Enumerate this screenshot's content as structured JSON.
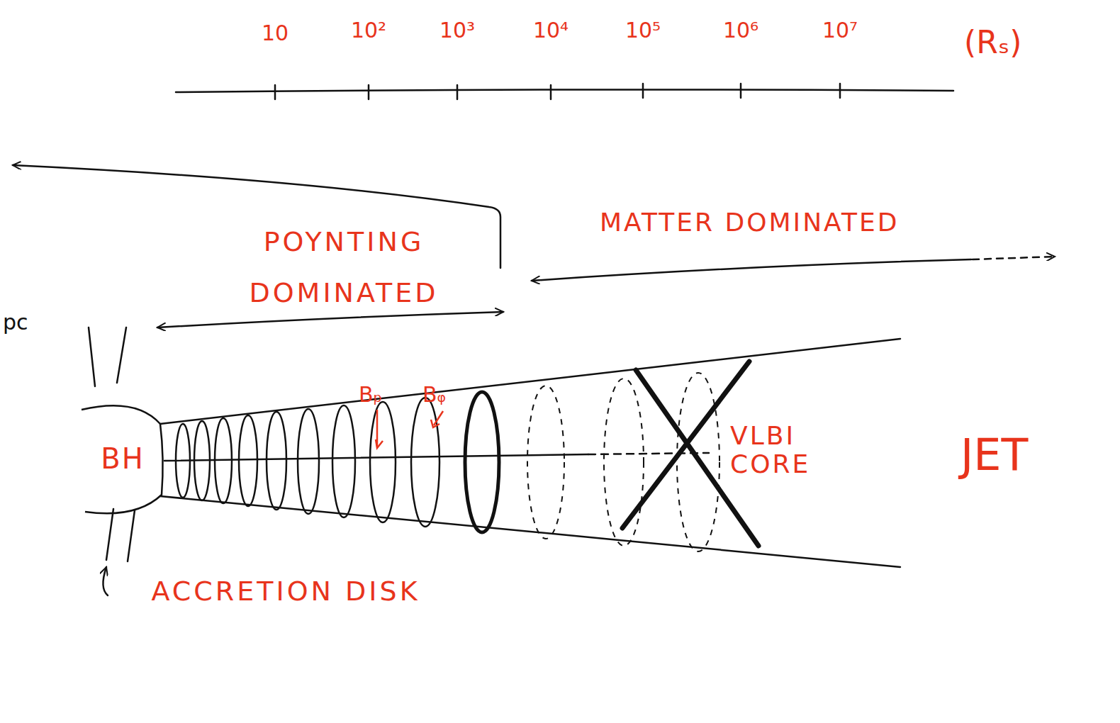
{
  "diagram": {
    "nodes": [
      {
        "text": [
          "BH"
        ]
      }
    ],
    "labels": [
      "10",
      "10²",
      "10³",
      "10⁴",
      "10⁵",
      "10⁶",
      "10⁷",
      "(Rₛ)",
      "pc",
      "POYNTING DOMINATED",
      "MATTER DOMINATED",
      "Bₚ",
      "Bᵩ",
      "VLBI CORE",
      "JET",
      "ACCRETION DISK"
    ]
  }
}
